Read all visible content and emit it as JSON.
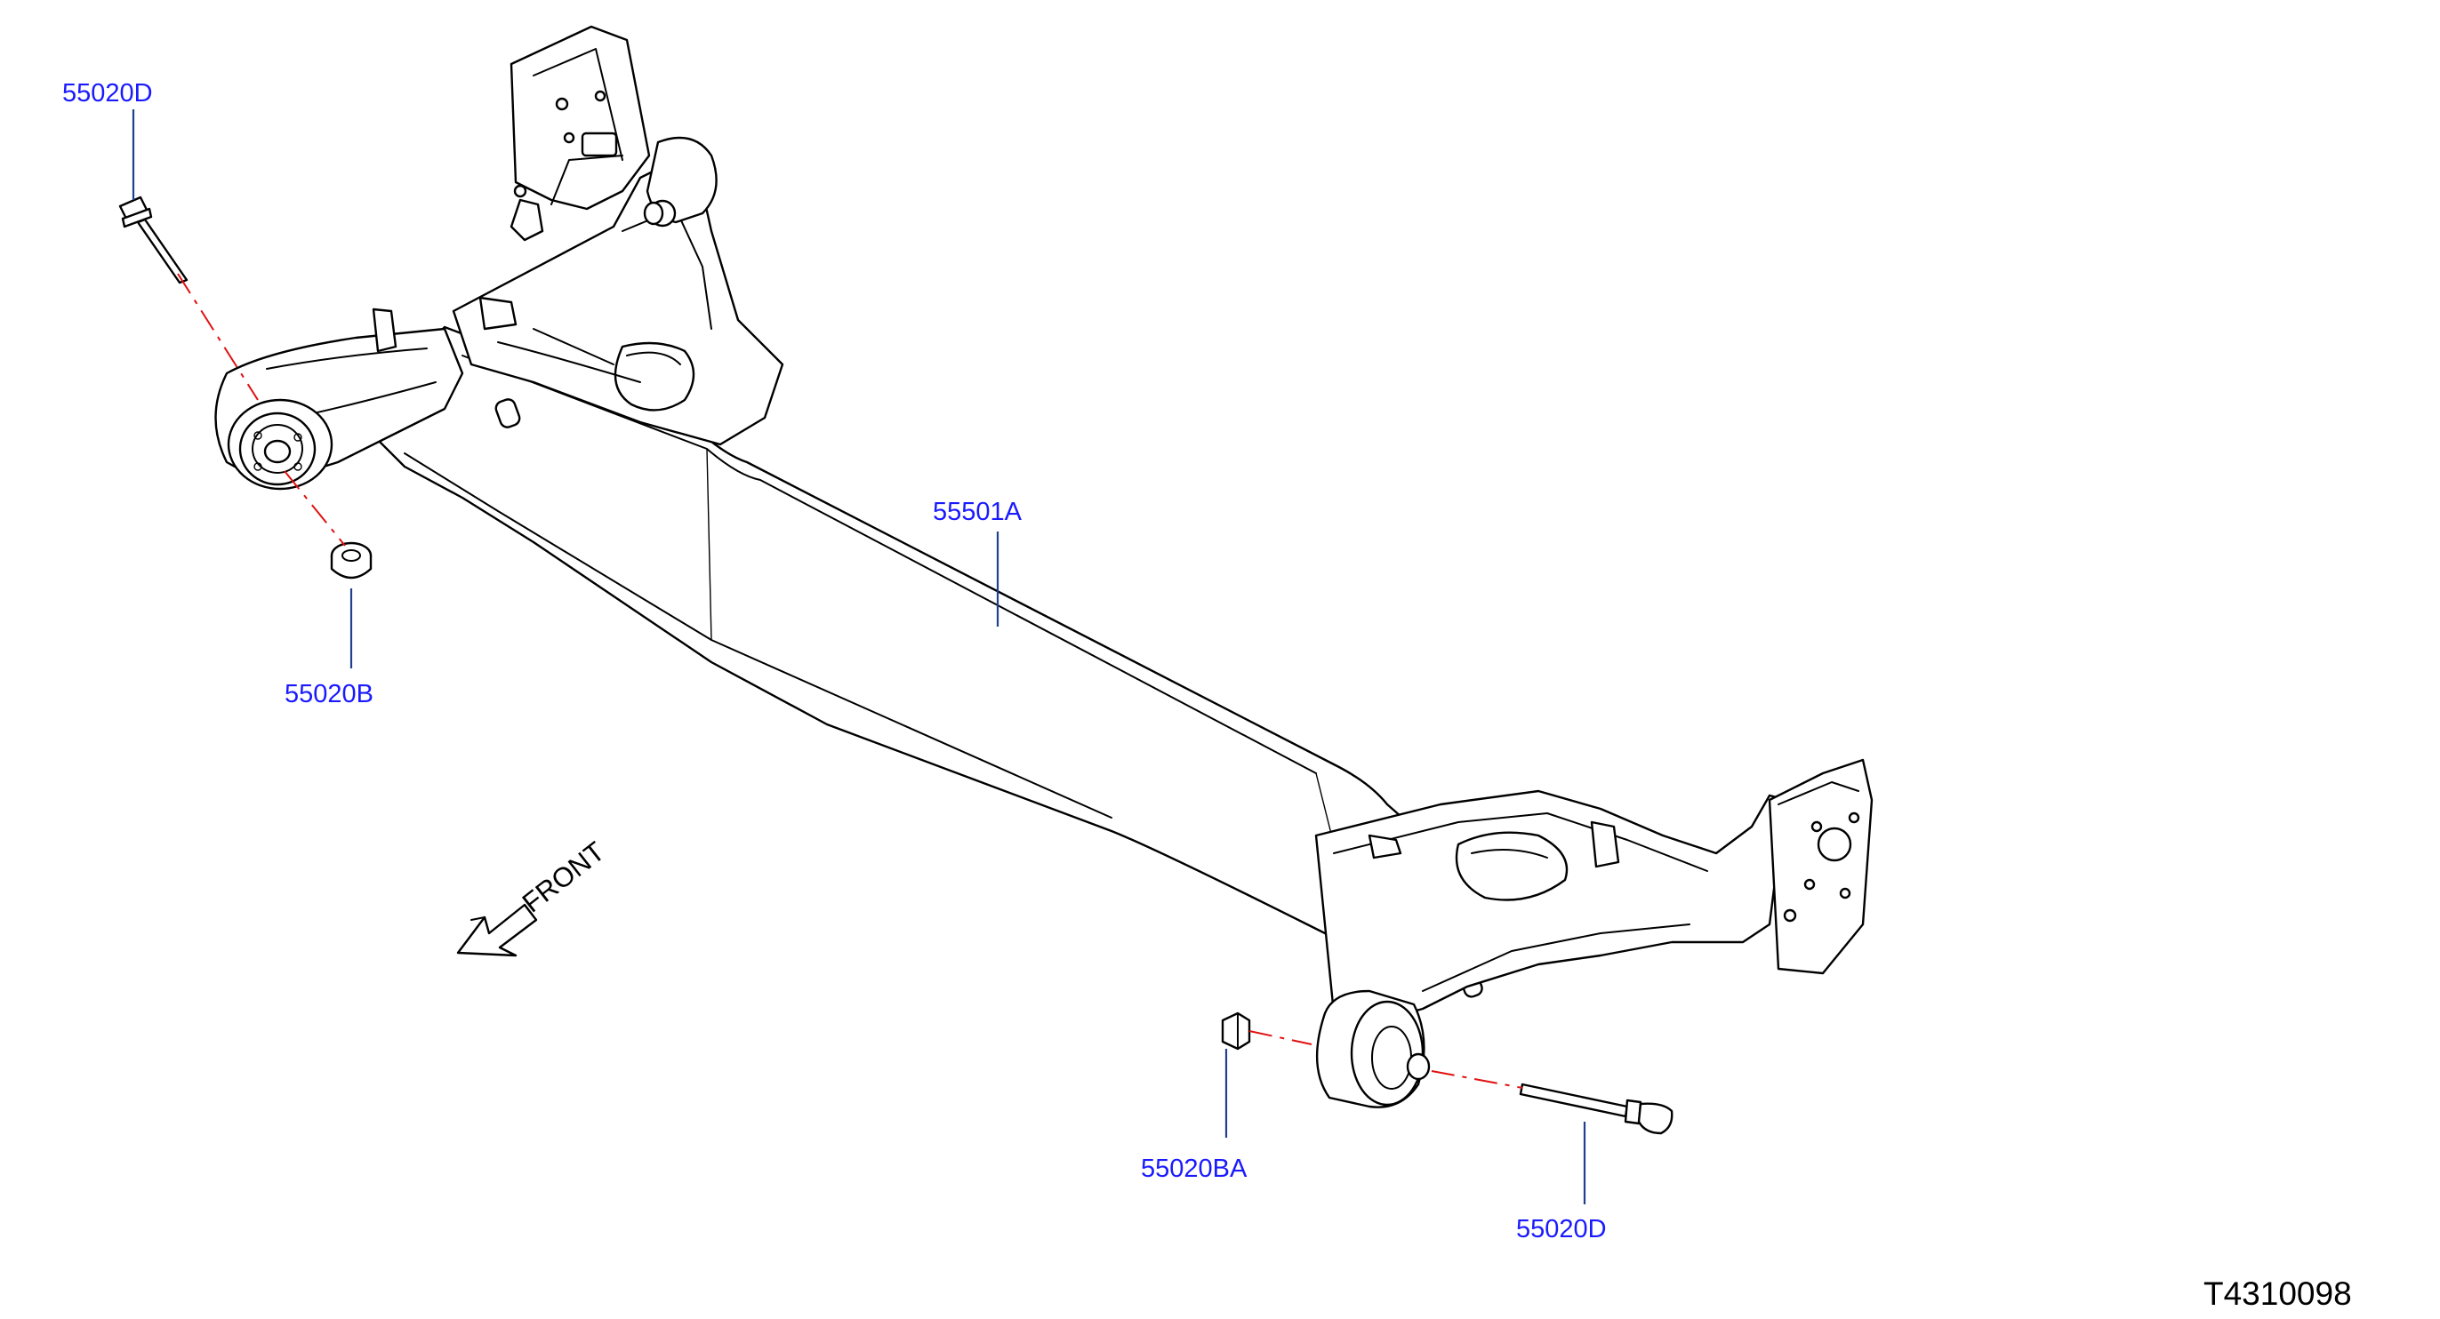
{
  "diagram_id": "T4310098",
  "direction_label": "FRONT",
  "colors": {
    "callout_text": "#1a1aff",
    "leader_line": "#1f3f8f",
    "assembly_axis": "#e01010",
    "linework": "#000000",
    "background": "#ffffff"
  },
  "callouts": [
    {
      "id": "bolt-left",
      "text": "55020D"
    },
    {
      "id": "nut-left",
      "text": "55020B"
    },
    {
      "id": "axle-beam",
      "text": "55501A"
    },
    {
      "id": "nut-right",
      "text": "55020BA"
    },
    {
      "id": "bolt-right",
      "text": "55020D"
    }
  ]
}
